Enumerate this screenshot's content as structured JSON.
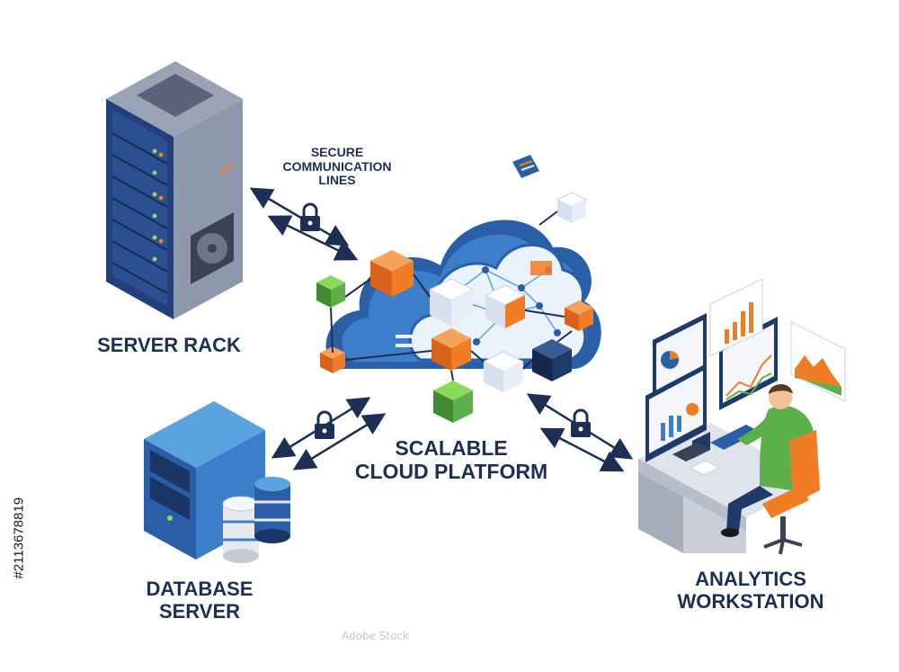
{
  "labels": {
    "server_rack": "SERVER RACK",
    "database_server": [
      "DATABASE",
      "SERVER"
    ],
    "cloud_platform": [
      "SCALABLE",
      "CLOUD PLATFORM"
    ],
    "analytics_workstation": [
      "ANALYTICS",
      "WORKSTATION"
    ],
    "secure_lines": [
      "SECURE",
      "COMMUNICATION",
      "LINES"
    ]
  },
  "stock": {
    "id": "#211367881​9",
    "watermark": "Adobe Stock"
  },
  "colors": {
    "navy": "#1e2f55",
    "blue": "#2f6fb8",
    "light_blue": "#5ba3e0",
    "orange": "#f07c24",
    "green": "#5cb04a",
    "gray": "#7b8494"
  },
  "icons": [
    "server-rack-icon",
    "database-server-icon",
    "database-stack-icon",
    "cloud-icon",
    "lock-icon",
    "monitor-icon",
    "person-icon",
    "chair-icon",
    "desk-icon"
  ]
}
